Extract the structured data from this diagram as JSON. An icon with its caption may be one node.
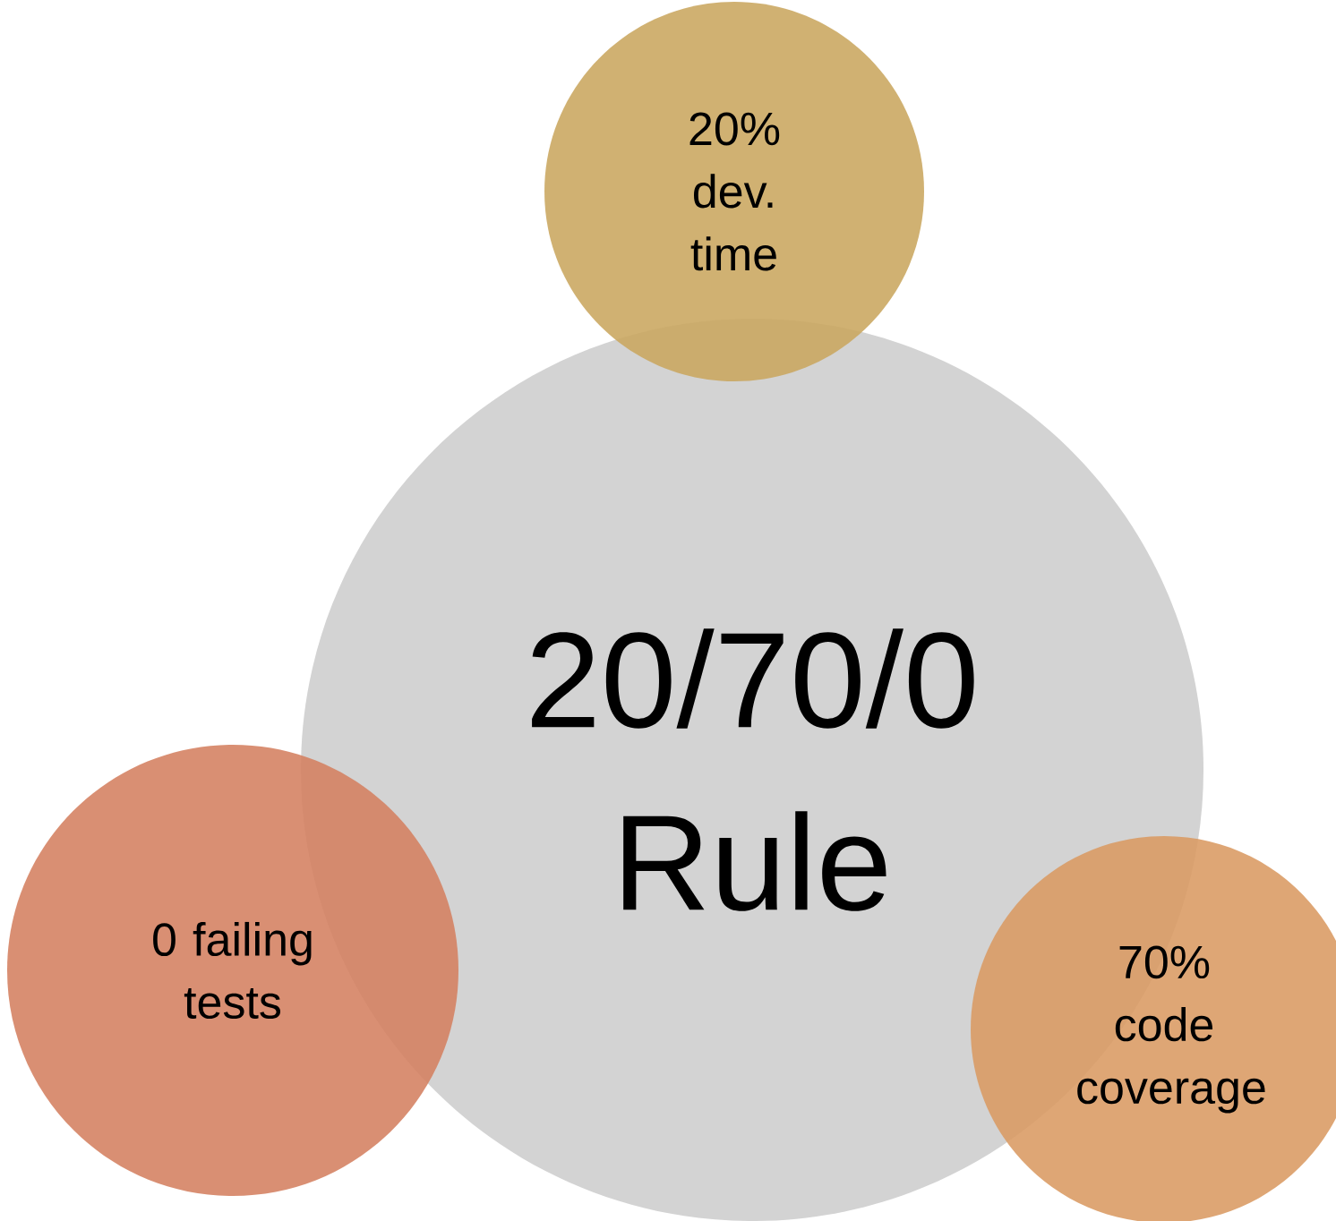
{
  "diagram": {
    "nodes": [
      {
        "text": [
          "20% dev. time"
        ]
      },
      {
        "text": [
          "20/70/0 Rule"
        ]
      },
      {
        "text": [
          "0 failing tests"
        ]
      },
      {
        "text": [
          "70% code coverage"
        ]
      }
    ]
  }
}
